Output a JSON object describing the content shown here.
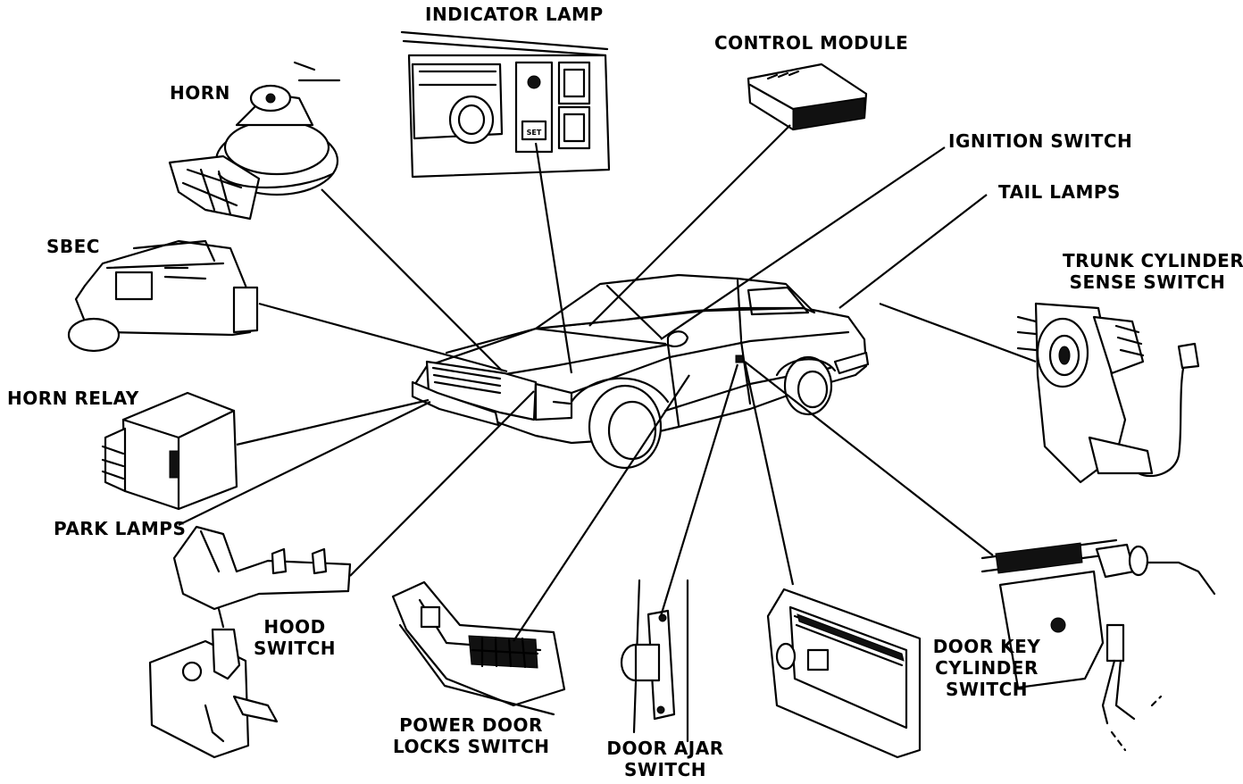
{
  "labels": {
    "indicator_lamp": "INDICATOR LAMP",
    "control_module": "CONTROL MODULE",
    "horn": "HORN",
    "ignition_switch": "IGNITION SWITCH",
    "tail_lamps": "TAIL LAMPS",
    "sbec": "SBEC",
    "trunk_cylinder_line1": "TRUNK CYLINDER",
    "trunk_cylinder_line2": "SENSE SWITCH",
    "horn_relay": "HORN RELAY",
    "park_lamps": "PARK LAMPS",
    "hood_switch_line1": "HOOD",
    "hood_switch_line2": "SWITCH",
    "power_door_line1": "POWER DOOR",
    "power_door_line2": "LOCKS SWITCH",
    "door_ajar_line1": "DOOR AJAR",
    "door_ajar_line2": "SWITCH",
    "door_key_line1": "DOOR KEY",
    "door_key_line2": "CYLINDER",
    "door_key_line3": "SWITCH",
    "set_button": "SET"
  }
}
